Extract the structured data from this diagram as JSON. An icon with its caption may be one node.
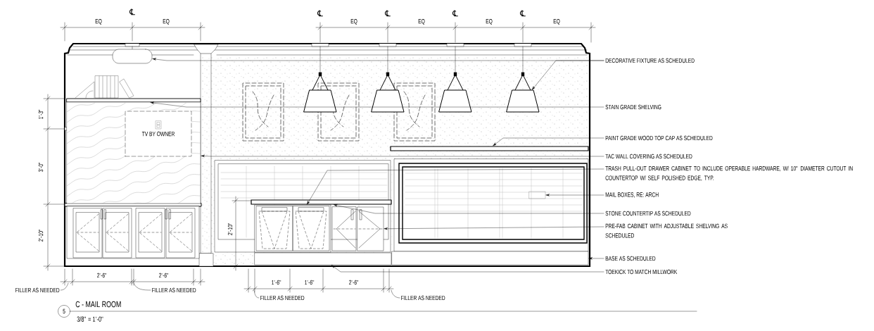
{
  "diagram": {
    "title": "C - MAIL ROOM",
    "nodes": [
      {
        "text": [],
        "shape": "box"
      },
      {
        "text": [],
        "shape": "picture"
      },
      {
        "text": [],
        "shape": "picture"
      },
      {
        "text": [],
        "shape": "picture"
      },
      {
        "text": [],
        "shape": "picture"
      },
      {
        "text": [],
        "shape": "bar"
      },
      {
        "text": [],
        "shape": "box"
      },
      {
        "text": [
          "TV BY OWNER"
        ],
        "in": 6
      },
      {
        "text": [],
        "shape": "bar"
      },
      {
        "text": [],
        "shape": "box"
      },
      {
        "text": [],
        "shape": "bar"
      },
      {
        "text": [],
        "shape": "box"
      },
      {
        "text": [],
        "shape": "box"
      },
      {
        "text": [],
        "shape": "bar"
      },
      {
        "text": [],
        "shape": "bar"
      },
      {
        "text": [
          "DECORATIVE FIXTURE AS SCHEDULED"
        ]
      },
      {
        "text": [
          "STAIN GRADE SHELVING"
        ]
      },
      {
        "text": [
          "PAINT GRADE WOOD TOP CAP AS SCHEDULED"
        ]
      },
      {
        "text": [
          "TAC WALL COVERING AS SCHEDULED"
        ]
      },
      {
        "text": [
          "TRASH PULL-OUT DRAWER CABINET TO INCLUDE OPERABLE HARDWARE, W/ 10\" DIAMETER CUTOUT IN COUNTERTOP W/ SELF POLISHED EDGE, TYP."
        ]
      },
      {
        "text": [
          "MAIL BOXES, RE: ARCH"
        ]
      },
      {
        "text": [
          "STONE COUNTERTIP AS SCHEDULED"
        ]
      },
      {
        "text": [
          "PRE-FAB CABINET WITH ADJUSTABLE SHELVING AS SCHEDULED"
        ]
      },
      {
        "text": [
          "BASE AS SCHEDULED"
        ]
      },
      {
        "text": [
          "TOEKICK TO MATCH MILLWORK"
        ]
      },
      {
        "text": [
          "FILLER AS NEEDED"
        ]
      },
      {
        "text": [
          "FILLER AS NEEDED"
        ]
      },
      {
        "text": [
          "FILLER AS NEEDED"
        ]
      },
      {
        "text": [
          "FILLER AS NEEDED"
        ]
      }
    ],
    "edges": [
      {
        "from": 15,
        "to": 0,
        "arrow": "to"
      },
      {
        "from": 15,
        "to": 4,
        "arrow": "to"
      },
      {
        "from": 16,
        "to": 5,
        "arrow": "to"
      },
      {
        "from": 17,
        "to": 8,
        "arrow": "to"
      },
      {
        "from": 18,
        "to": 6,
        "arrow": "to"
      },
      {
        "from": 19,
        "to": 9,
        "arrow": "to"
      },
      {
        "from": 20,
        "to": 12,
        "arrow": "to"
      },
      {
        "from": 21,
        "to": 10,
        "arrow": "to"
      },
      {
        "from": 22,
        "to": 11,
        "arrow": "to"
      },
      {
        "from": 23,
        "to": 14,
        "arrow": "to"
      },
      {
        "from": 24,
        "to": 13,
        "arrow": "to"
      },
      {
        "from": 25,
        "to": null,
        "arrow": "none"
      },
      {
        "from": 26,
        "to": null,
        "arrow": "none"
      },
      {
        "from": 27,
        "to": null,
        "arrow": "none"
      },
      {
        "from": 28,
        "to": null,
        "arrow": "none"
      }
    ],
    "labels": [
      "℄",
      "℄",
      "℄",
      "℄",
      "℄",
      "EQ",
      "EQ",
      "EQ",
      "EQ",
      "EQ",
      "EQ",
      "1'-3\"",
      "3'-0\"",
      "2'-10\"",
      "2'-10\"",
      "2'-6\"",
      "2'-6\"",
      "1'-6\"",
      "1'-6\"",
      "2'-6\"",
      "5",
      "3/8\" = 1'-0\""
    ]
  }
}
